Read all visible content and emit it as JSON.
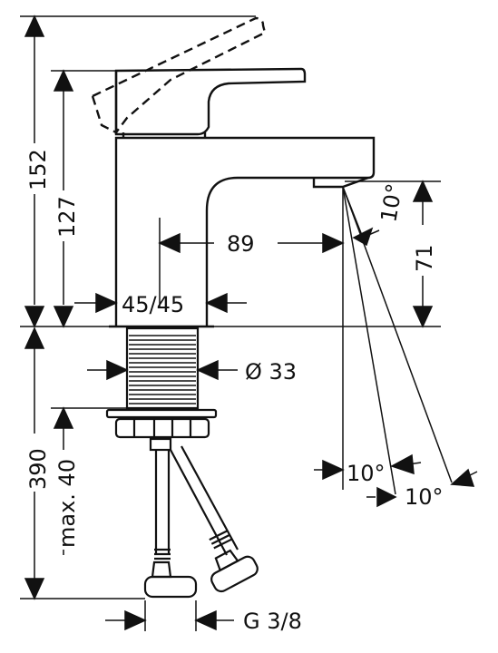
{
  "drawing": {
    "labels": {
      "total_height": "152",
      "spout_height": "127",
      "projection": "89",
      "handle_angles": "45/45",
      "spout_clearance": "71",
      "jet_angle_top": "10°",
      "jet_angle_mid": "10°",
      "jet_angle_bottom": "10°",
      "shank_diameter": "Ø 33",
      "hose_length": "390",
      "max_deck_thickness": "max. 40",
      "connection_thread": "G 3/8"
    },
    "colors": {
      "line": "#111111",
      "background": "#ffffff"
    }
  }
}
